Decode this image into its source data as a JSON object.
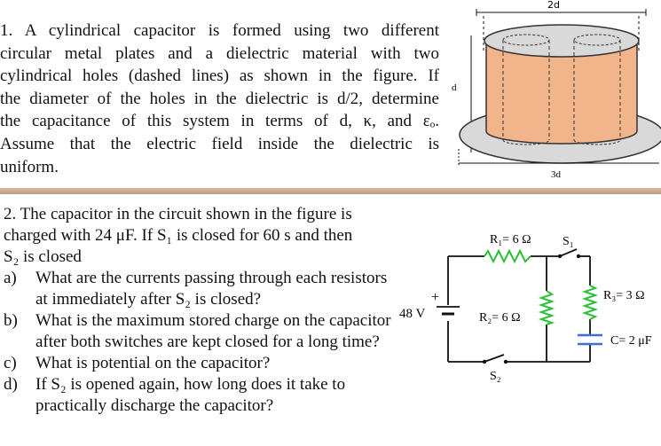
{
  "problem1": {
    "lines": [
      "1. A cylindrical capacitor is formed using two different",
      "circular metal plates and a dielectric material with two",
      "cylindrical holes (dashed lines) as shown in the figure. If",
      "the diameter of the holes in the dielectric is d/2, determine",
      "the capacitance of this system in terms of d, κ, and εₒ.",
      "Assume that the electric field inside the dielectric is",
      "uniform."
    ],
    "figure": {
      "top_label": "2d",
      "side_label": "d",
      "bottom_label": "3d",
      "colors": {
        "dielectric": "#f2b48a",
        "plate": "#d9d9d9",
        "edge": "#333333"
      }
    }
  },
  "problem2": {
    "intro": [
      "2. The capacitor in the circuit shown in the figure is",
      "charged with 24 μF. If S₁ is closed for 60 s and then",
      "S₂ is closed"
    ],
    "questions": [
      {
        "label": "a)",
        "text": "What are the currents passing through each resistors at immediately after S₂ is closed?"
      },
      {
        "label": "b)",
        "text": "What is the maximum stored charge on the capacitor after both switches are kept closed for a long time?"
      },
      {
        "label": "c)",
        "text": "What is potential on the capacitor?"
      },
      {
        "label": "d)",
        "text": "If S₂ is opened again, how long does it take to practically discharge the capacitor?"
      }
    ],
    "circuit": {
      "battery": "48 V",
      "battery_plus": "+",
      "R1": "R₁= 6 Ω",
      "R2": "R₂= 6 Ω",
      "R3": "R₃= 3 Ω",
      "C": "C= 2 μF",
      "S1": "S₁",
      "S2": "S₂",
      "colors": {
        "resistor": "#2bbf3a",
        "capacitor": "#3d6fd6",
        "wire": "#111111"
      }
    }
  }
}
